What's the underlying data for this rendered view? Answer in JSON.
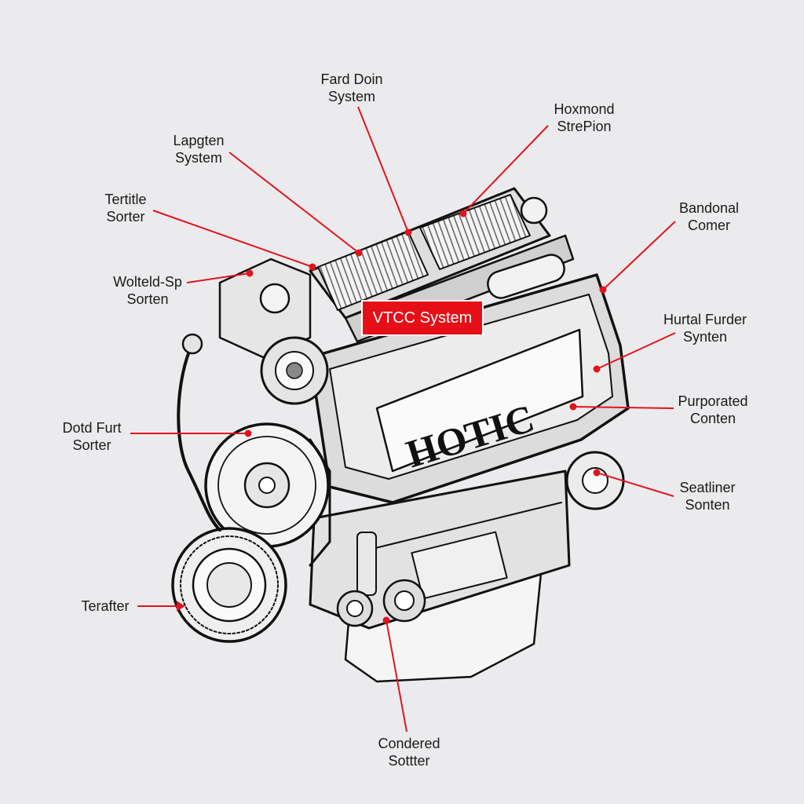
{
  "colors": {
    "background": "#ebebed",
    "leader_line": "#e1141e",
    "highlight_fill": "#e60f17",
    "ink": "#1a1a1a"
  },
  "engine": {
    "cover_logo": "HOTIC",
    "highlight_label": "VTCC System"
  },
  "labels": [
    {
      "id": "fard-doin-system",
      "lines": [
        "Fard Doin",
        "System"
      ]
    },
    {
      "id": "hoxmond-strepion",
      "lines": [
        "Hoxmond",
        "StrePion"
      ]
    },
    {
      "id": "lapgten-system",
      "lines": [
        "Lapgten",
        "System"
      ]
    },
    {
      "id": "tertitle-sorter",
      "lines": [
        "Tertitle",
        "Sorter"
      ]
    },
    {
      "id": "bandonal-comer",
      "lines": [
        "Bandonal",
        "Comer"
      ]
    },
    {
      "id": "wolteld-sp-sorten",
      "lines": [
        "Wolteld-Sp",
        "Sorten"
      ]
    },
    {
      "id": "hurtal-furder-synten",
      "lines": [
        "Hurtal Furder",
        "Synten"
      ]
    },
    {
      "id": "purporated-conten",
      "lines": [
        "Purporated",
        "Conten"
      ]
    },
    {
      "id": "dotd-furt-sorter",
      "lines": [
        "Dotd Furt",
        "Sorter"
      ]
    },
    {
      "id": "seatliner-sonten",
      "lines": [
        "Seatliner",
        "Sonten"
      ]
    },
    {
      "id": "terafter",
      "lines": [
        "Terafter"
      ]
    },
    {
      "id": "condered-sottter",
      "lines": [
        "Condered",
        "Sottter"
      ]
    }
  ]
}
